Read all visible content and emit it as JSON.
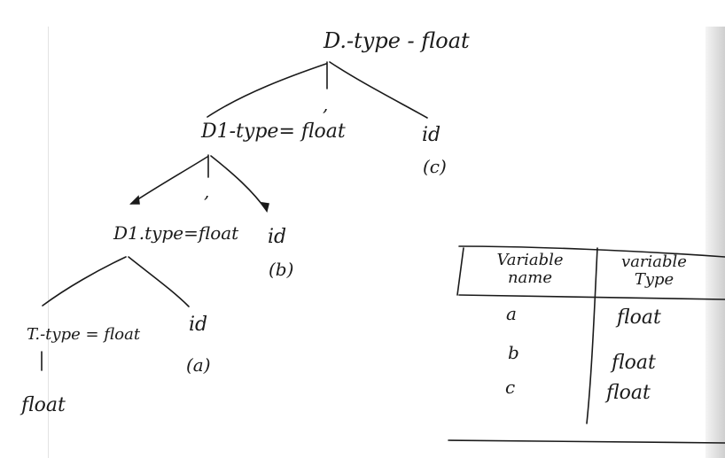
{
  "tree": {
    "root": "D.-type - float",
    "comma1": ",",
    "d1": "D1-type= float",
    "id_c": "id",
    "c": "(c)",
    "comma2": ",",
    "d1b": "D1.type=float",
    "id_b": "id",
    "b": "(b)",
    "t": "T.-type = float",
    "id_a": "id",
    "a": "(a)",
    "float_leaf": "float"
  },
  "table": {
    "headers": [
      "Variable name",
      "variable Type"
    ],
    "rows": [
      {
        "name": "a",
        "type": "float"
      },
      {
        "name": "b",
        "type": "float"
      },
      {
        "name": "c",
        "type": "float"
      }
    ]
  }
}
